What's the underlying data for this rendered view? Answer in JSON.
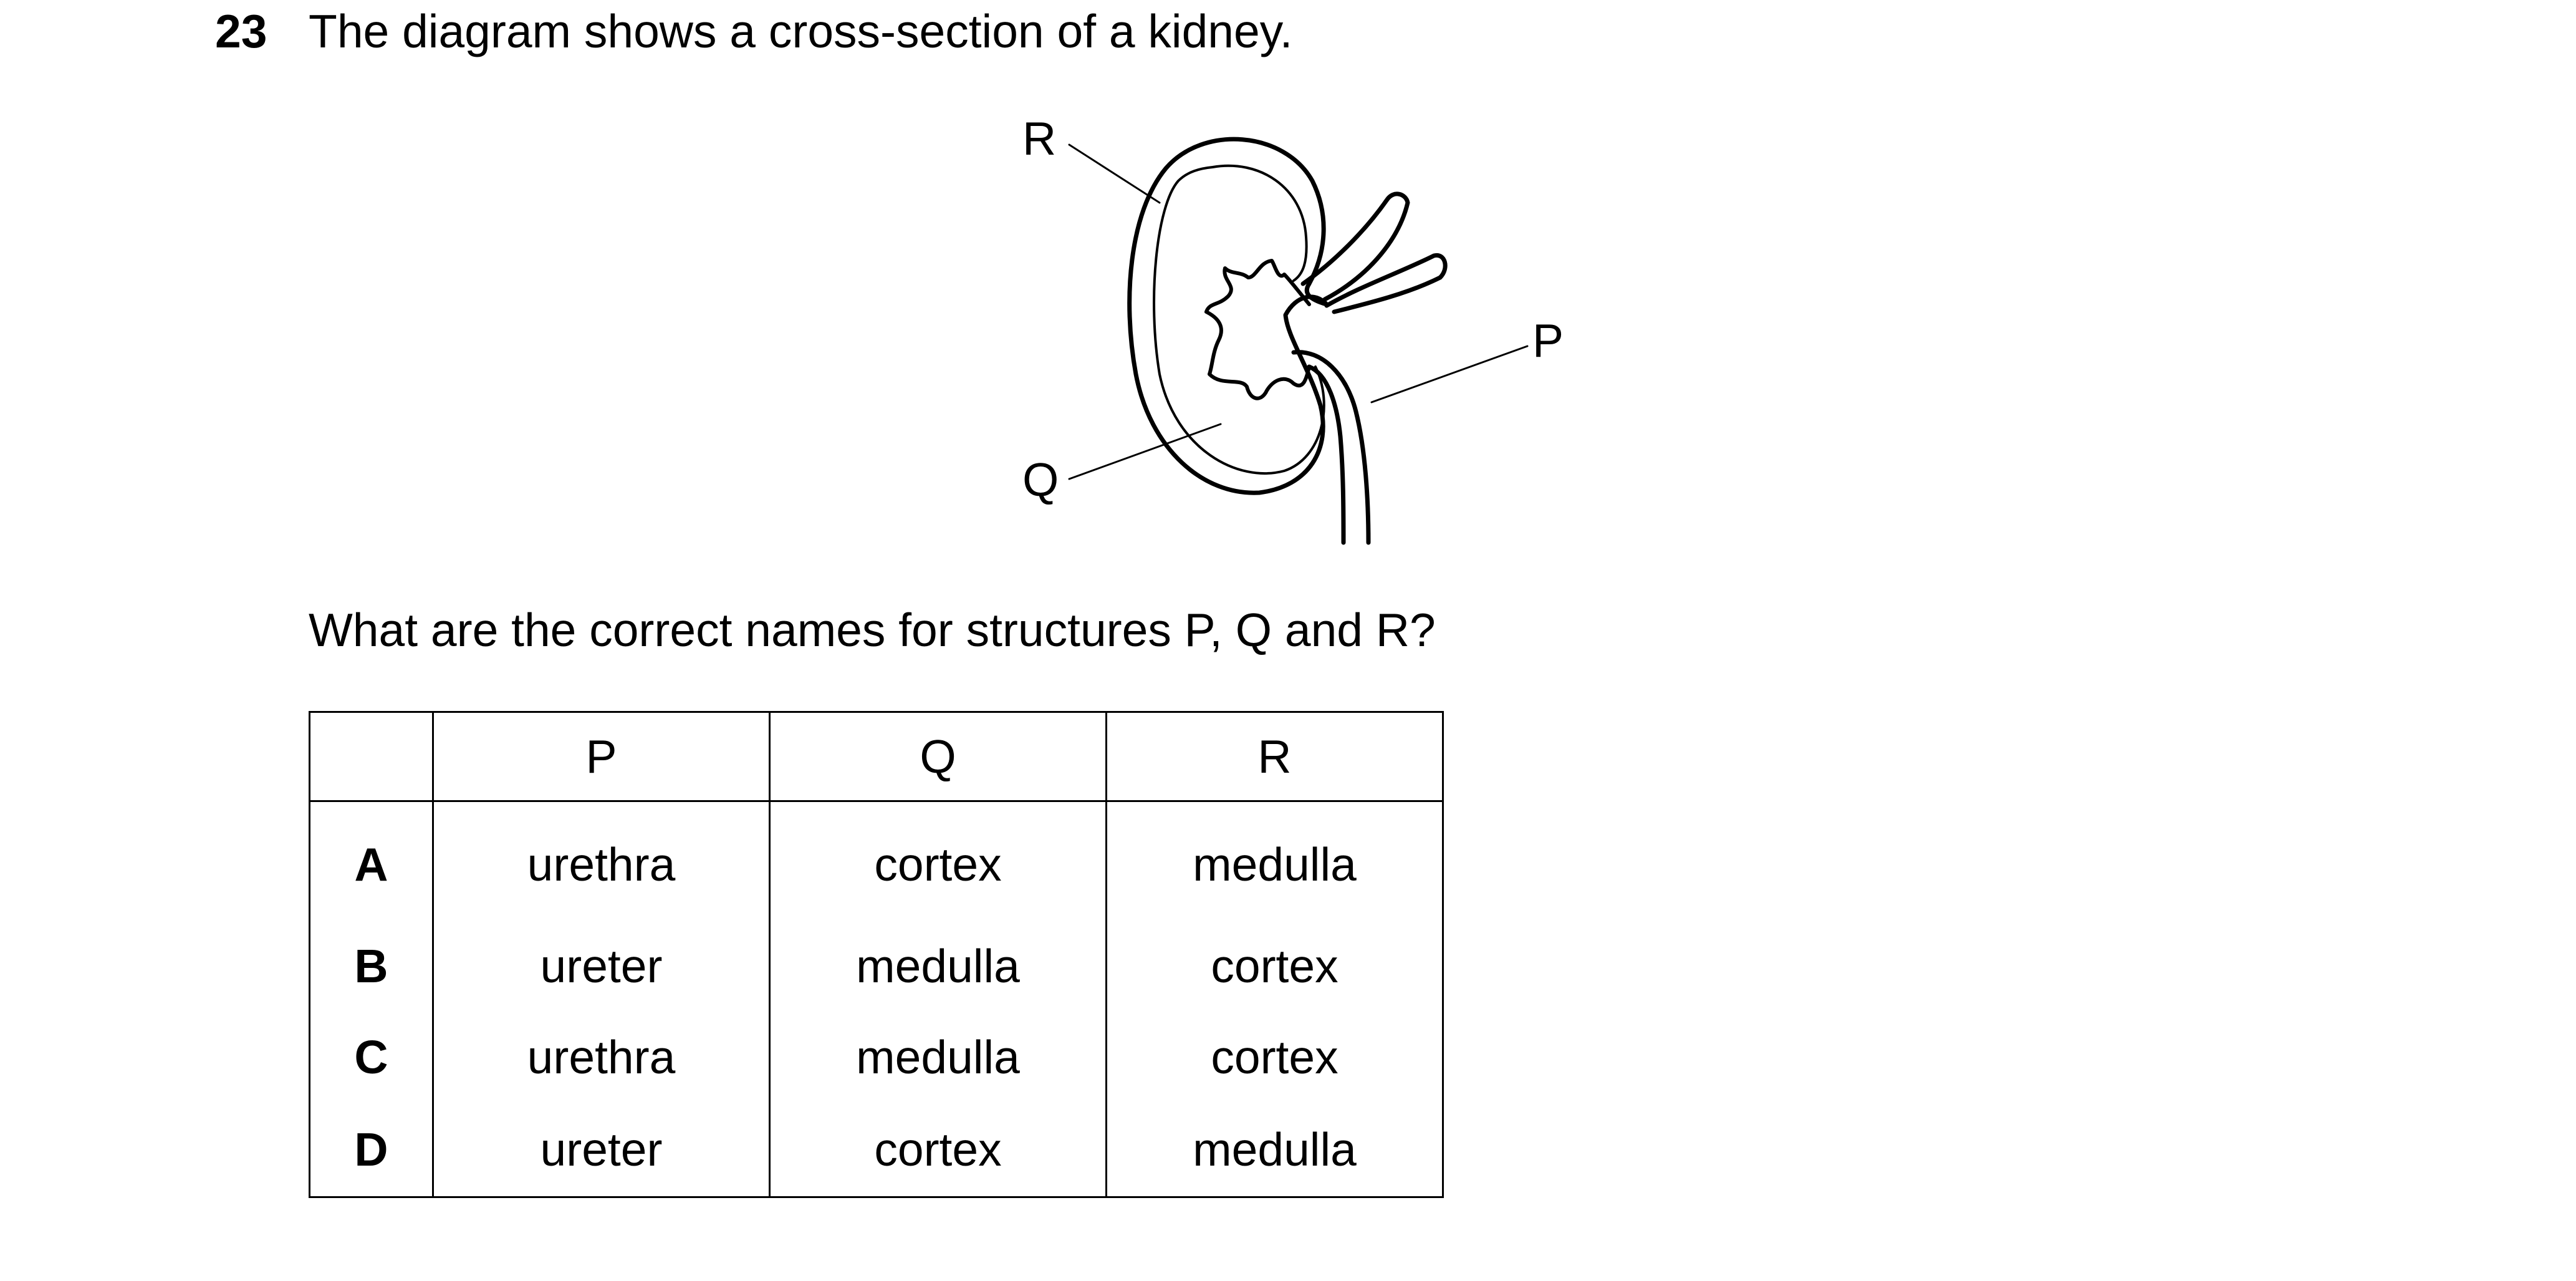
{
  "question": {
    "number": "23",
    "stem": "The diagram shows a cross-section of a kidney.",
    "prompt": "What are the correct names for structures P, Q and R?"
  },
  "diagram": {
    "labels": {
      "r": "R",
      "p": "P",
      "q": "Q"
    }
  },
  "table": {
    "headers": [
      "",
      "P",
      "Q",
      "R"
    ],
    "rows": [
      {
        "letter": "A",
        "p": "urethra",
        "q": "cortex",
        "r": "medulla"
      },
      {
        "letter": "B",
        "p": "ureter",
        "q": "medulla",
        "r": "cortex"
      },
      {
        "letter": "C",
        "p": "urethra",
        "q": "medulla",
        "r": "cortex"
      },
      {
        "letter": "D",
        "p": "ureter",
        "q": "cortex",
        "r": "medulla"
      }
    ]
  }
}
